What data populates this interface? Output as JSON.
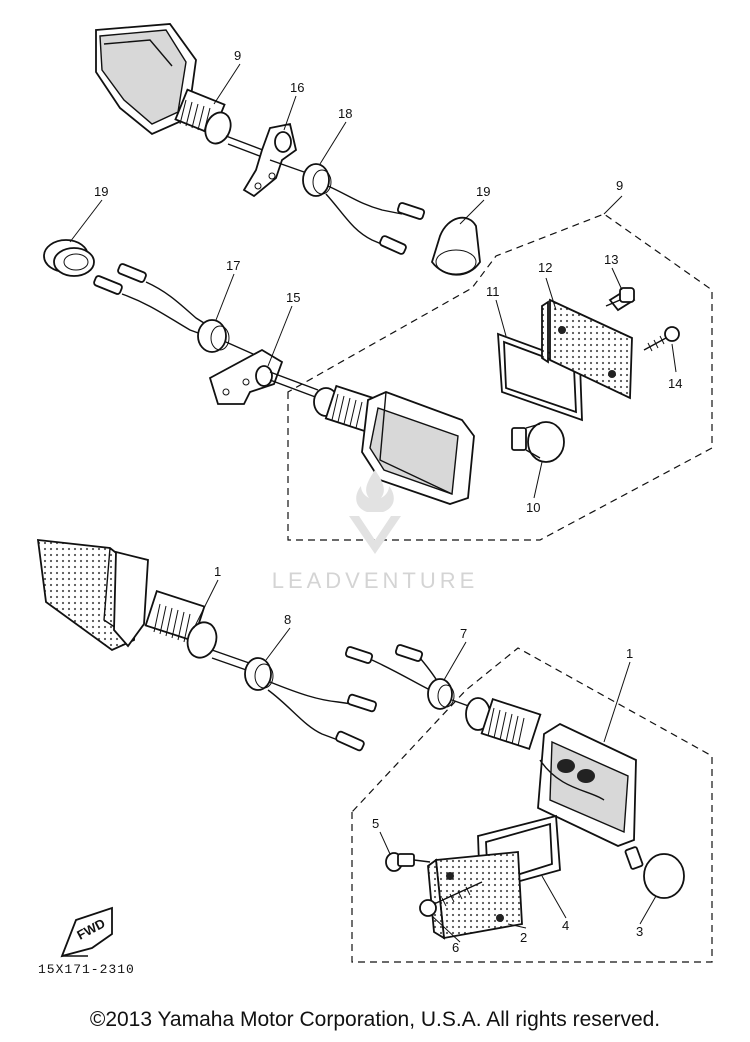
{
  "diagram": {
    "callouts": {
      "c1_top": "1",
      "c1_right": "1",
      "c2": "2",
      "c3": "3",
      "c4": "4",
      "c5": "5",
      "c6": "6",
      "c7": "7",
      "c8": "8",
      "c9_top": "9",
      "c9_right": "9",
      "c10": "10",
      "c11": "11",
      "c12": "12",
      "c13": "13",
      "c14": "14",
      "c15": "15",
      "c16": "16",
      "c17": "17",
      "c18": "18",
      "c19_left": "19",
      "c19_right": "19"
    },
    "fwd_label": "FWD",
    "part_code": "15X171-2310",
    "watermark": "LEADVENTURE",
    "copyright": "©2013 Yamaha Motor Corporation, U.S.A. All rights reserved."
  }
}
